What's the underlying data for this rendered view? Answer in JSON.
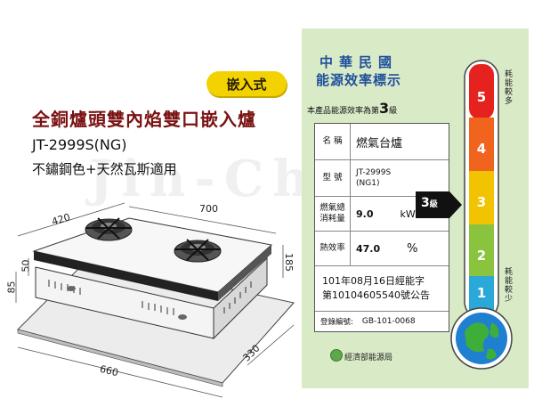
{
  "product": {
    "badge": "嵌入式",
    "title": "全銅爐頭雙內焰雙口嵌入爐",
    "model": "JT-2999S(NG)",
    "finish": "不鏽鋼色+天然瓦斯適用",
    "watermark": "Jin-Chan"
  },
  "dimensions": {
    "width_top": "700",
    "depth_top": "420",
    "height_top": "50",
    "height_total": "85",
    "height_right": "185",
    "cutout_depth": "330",
    "cutout_width": "660"
  },
  "energy_label": {
    "title_line1": "中華民國",
    "title_line2": "能源效率標示",
    "grade_prefix": "本產品能源效率為第",
    "grade_number": "3",
    "grade_suffix": "級",
    "rows": {
      "name_key": "名 稱",
      "name_val": "燃氣台爐",
      "model_key": "型 號",
      "model_val_line1": "JT-2999S",
      "model_val_line2": "(NG1)",
      "consumption_key": "燃氣總消耗量",
      "consumption_val": "9.0",
      "consumption_unit": "kW",
      "efficiency_key": "熱效率",
      "efficiency_val": "47.0",
      "efficiency_unit": "%",
      "approval_line1": "101年08月16日經能字",
      "approval_line2": "第10104605540號公告",
      "reg_key": "登錄編號:",
      "reg_val": "GB-101-0068"
    },
    "arrow_grade": "3",
    "arrow_suffix": "級",
    "scale": [
      "5",
      "4",
      "3",
      "2",
      "1"
    ],
    "high_label": "耗能較多",
    "low_label": "耗能較少",
    "agency": "經濟部能源局",
    "colors": {
      "background": "#d9eac7",
      "title": "#1e4f9c",
      "level5": "#e6221f",
      "level4": "#f0641e",
      "level3": "#f2c300",
      "level2": "#8ac43f",
      "level1": "#2aa9d8",
      "arrow": "#111111"
    }
  }
}
